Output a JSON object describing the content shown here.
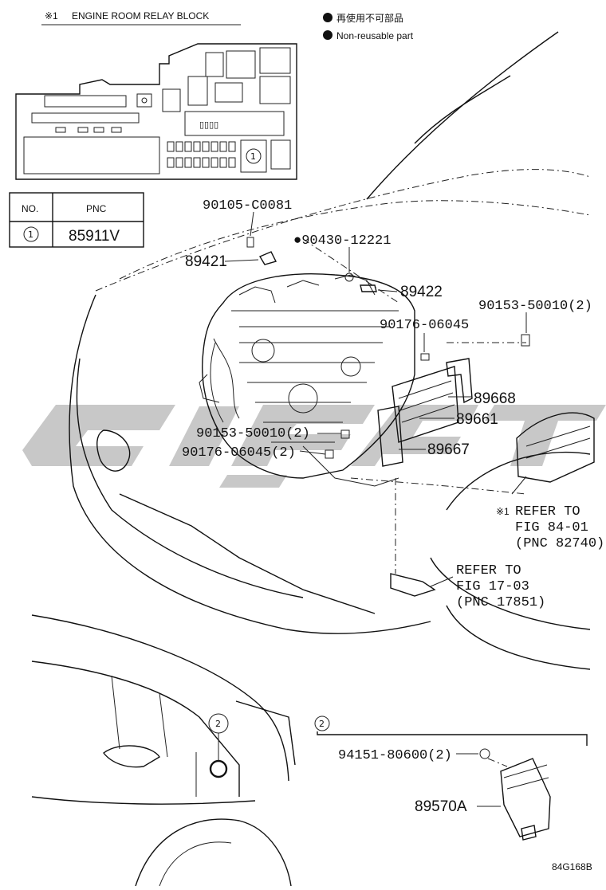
{
  "relay_block": {
    "marker": "※1",
    "title": "ENGINE ROOM RELAY BLOCK",
    "slots": "▯▯▯▯"
  },
  "legend": {
    "items": [
      {
        "text": "再使用不可部品"
      },
      {
        "text": "Non-reusable part"
      }
    ]
  },
  "pnc_table": {
    "headers": [
      "NO.",
      "PNC"
    ],
    "rows": [
      {
        "no": "1",
        "pnc": "85911V"
      }
    ]
  },
  "callouts": {
    "p90105": "90105-C0081",
    "p89421": "89421",
    "p90430": "●90430-12221",
    "p89422": "89422",
    "p90153_top": "90153-50010(2)",
    "p90176_top": "90176-06045",
    "p89668": "89668",
    "p89661": "89661",
    "p90153_mid": "90153-50010(2)",
    "p89667": "89667",
    "p90176_mid": "90176-06045(2)",
    "p94151": "94151-80600(2)",
    "p89570A": "89570A"
  },
  "refs": {
    "fig84": {
      "marker": "※1",
      "line1": "REFER TO",
      "line2": "FIG 84-01",
      "line3": "(PNC 82740)"
    },
    "fig17": {
      "line1": "REFER TO",
      "line2": "FIG 17-03",
      "line3": "(PNC 17851)"
    }
  },
  "circle_labels": {
    "small_car": "2",
    "detail_box": "2",
    "relay_fuse": "1"
  },
  "footer": {
    "code": "84G168B"
  },
  "colors": {
    "line": "#111111",
    "watermark": "#b3b3b3",
    "background": "#ffffff"
  }
}
